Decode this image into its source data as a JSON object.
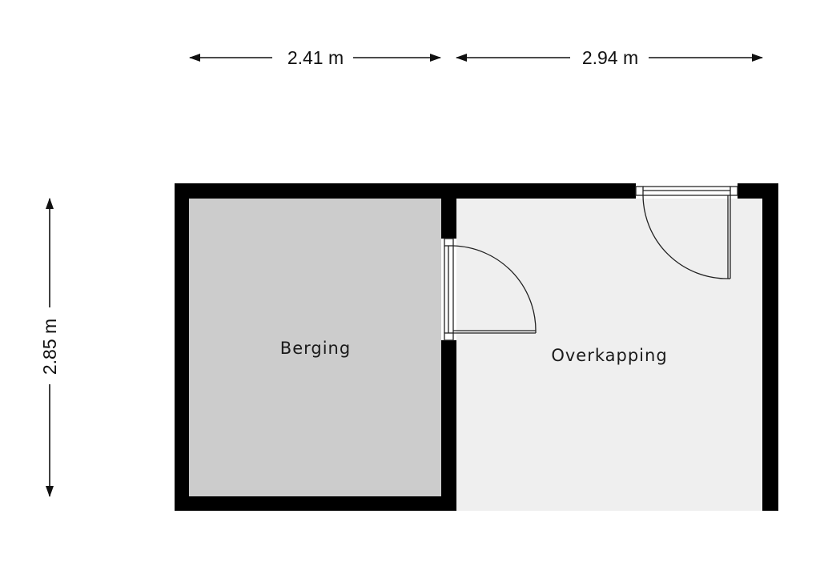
{
  "dimensions": {
    "width_left": "2.41 m",
    "width_right": "2.94 m",
    "height": "2.85 m"
  },
  "rooms": {
    "storage": "Berging",
    "canopy": "Overkapping"
  },
  "colors": {
    "wall": "#000000",
    "storage_floor": "#cccccc",
    "canopy_floor": "#efefef",
    "background": "#ffffff",
    "dimension_line": "#111111"
  }
}
